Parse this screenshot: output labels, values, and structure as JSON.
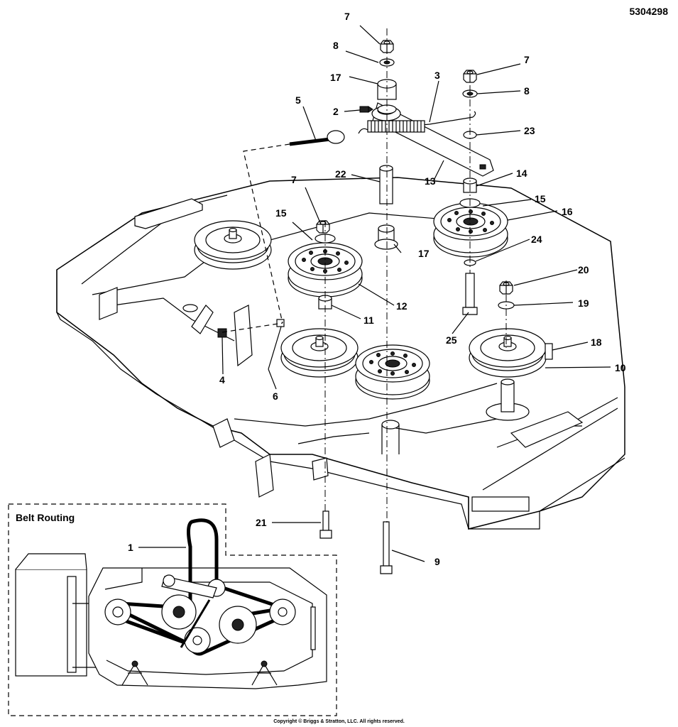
{
  "doc_id": "5304298",
  "belt_routing_title": "Belt Routing",
  "copyright": "Copyright © Briggs & Stratton, LLC. All rights reserved.",
  "callouts": {
    "c1": "1",
    "c2": "2",
    "c3": "3",
    "c4": "4",
    "c5": "5",
    "c6": "6",
    "c7a": "7",
    "c7b": "7",
    "c7c": "7",
    "c8a": "8",
    "c8b": "8",
    "c9": "9",
    "c10": "10",
    "c11": "11",
    "c12": "12",
    "c13": "13",
    "c14": "14",
    "c15a": "15",
    "c15b": "15",
    "c16": "16",
    "c17a": "17",
    "c17b": "17",
    "c18": "18",
    "c19": "19",
    "c20": "20",
    "c21": "21",
    "c22": "22",
    "c23": "23",
    "c24": "24",
    "c25": "25"
  }
}
